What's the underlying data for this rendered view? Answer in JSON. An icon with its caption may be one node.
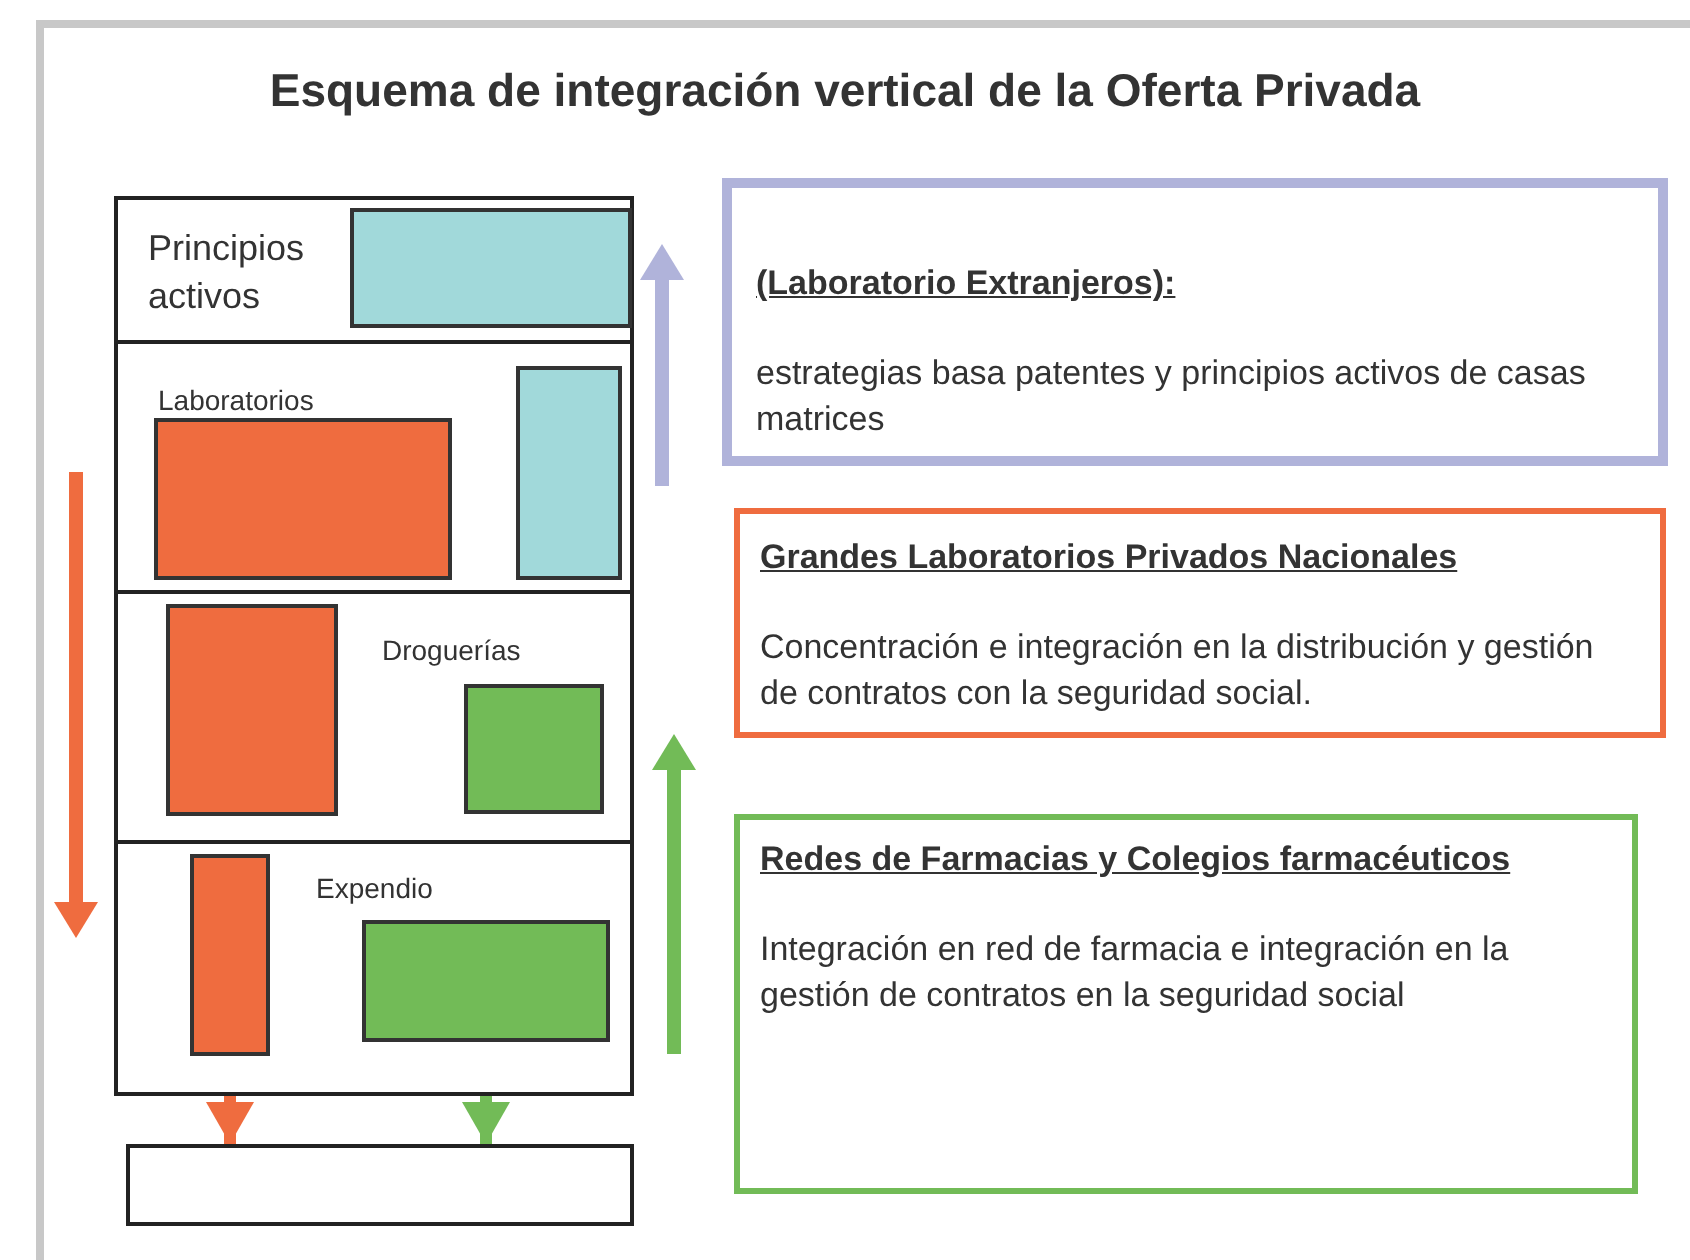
{
  "diagram": {
    "title": "Esquema de integración vertical de la Oferta Privada",
    "nodes": [
      {
        "text": [
          "Principios activos"
        ]
      },
      {
        "text": [],
        "shape": "box",
        "in": 0
      },
      {
        "text": [
          "Laboratorios"
        ]
      },
      {
        "text": [],
        "shape": "box",
        "in": 2
      },
      {
        "text": [],
        "shape": "box",
        "in": 2
      },
      {
        "text": [
          "Droguerías"
        ]
      },
      {
        "text": [],
        "shape": "box",
        "in": 5
      },
      {
        "text": [],
        "shape": "box",
        "in": 5
      },
      {
        "text": [
          "Expendio"
        ]
      },
      {
        "text": [],
        "shape": "box",
        "in": 8
      },
      {
        "text": [],
        "shape": "box",
        "in": 8
      },
      {
        "text": [],
        "shape": "box"
      },
      {
        "text": [
          "(Laboratorio Extranjeros):",
          "estrategias basa patentes y principios activos de casas matrices"
        ]
      },
      {
        "text": [
          "Grandes Laboratorios Privados Nacionales",
          "Concentración e integración en la distribución y gestión de contratos con la seguridad social."
        ]
      },
      {
        "text": [
          "Redes de Farmacias y Colegios farmacéuticos",
          "Integración en red de farmacia e integración en la gestión de contratos en la seguridad social"
        ]
      }
    ],
    "edges": [
      {
        "from": 9,
        "to": 11,
        "arrow": "to",
        "color": "#ef6c3f"
      },
      {
        "from": 10,
        "to": 11,
        "arrow": "to",
        "color": "#72bb57"
      }
    ]
  }
}
